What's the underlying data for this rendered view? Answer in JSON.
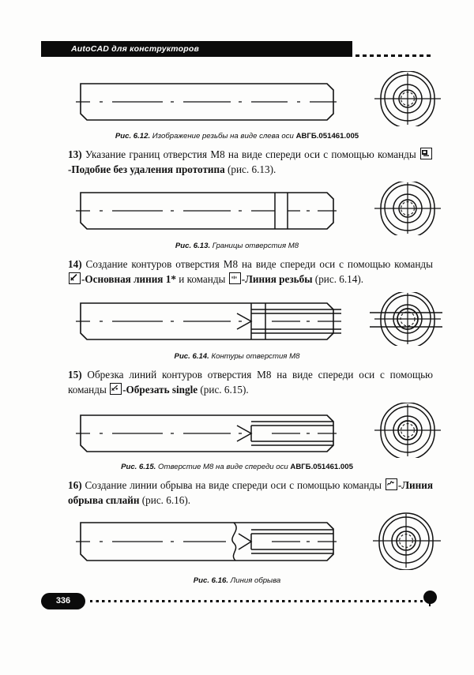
{
  "header": {
    "title": "AutoCAD для конструкторов"
  },
  "captions": {
    "fig612": {
      "label": "Рис. 6.12.",
      "text": "Изображение резьбы на виде слева оси",
      "code": "АВГБ.051461.005"
    },
    "fig613": {
      "label": "Рис. 6.13.",
      "text": "Границы отверстия М8",
      "code": ""
    },
    "fig614": {
      "label": "Рис. 6.14.",
      "text": "Контуры отверстия М8",
      "code": ""
    },
    "fig615": {
      "label": "Рис. 6.15.",
      "text": "Отверстие М8 на виде спереди оси",
      "code": "АВГБ.051461.005"
    },
    "fig616": {
      "label": "Рис. 6.16.",
      "text": "Линия обрыва",
      "code": ""
    }
  },
  "steps": {
    "s13": {
      "num": "13)",
      "part1": " Указание границ отверстия М8 на виде спереди оси с помощью команды ",
      "icon": "copy-offset-icon",
      "bold": "-Подобие без удаления прототипа",
      "tail": " (рис. 6.13)."
    },
    "s14": {
      "num": "14)",
      "part1": " Создание контуров отверстия М8 на виде спереди оси с помощью команды ",
      "icon1": "main-line-icon",
      "bold1": "-Основная линия 1*",
      "mid": " и команды ",
      "icon2": "thread-line-icon",
      "bold2": "-Линия резьбы",
      "tail": " (рис. 6.14)."
    },
    "s15": {
      "num": "15)",
      "part1": " Обрезка линий контуров отверстия М8 на виде спереди оси с помощью команды ",
      "icon": "trim-single-icon",
      "bold": "-Обрезать single",
      "tail": " (рис. 6.15)."
    },
    "s16": {
      "num": "16)",
      "part1": " Создание линии обрыва на виде спереди оси с помощью команды ",
      "icon": "break-spline-icon",
      "bold": "-Линия обрыва сплайн",
      "tail": " (рис. 6.16)."
    }
  },
  "footer": {
    "page_number": "336"
  },
  "colors": {
    "ink": "#0b0b0b",
    "paper": "#fdfdfc",
    "line": "#111111"
  }
}
